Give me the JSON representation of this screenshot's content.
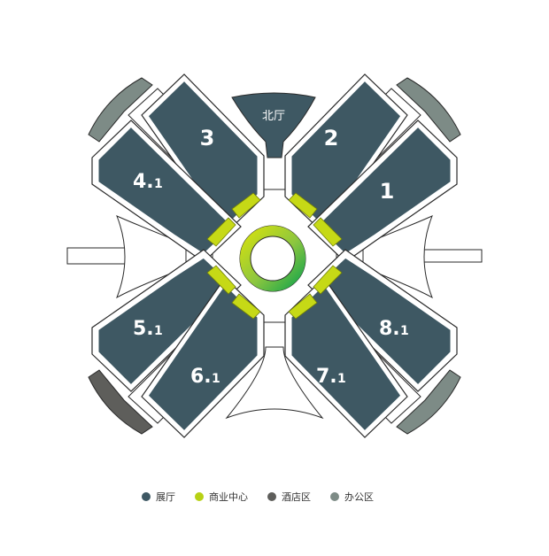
{
  "colors": {
    "hall": "#3e5863",
    "commercial": "#b7d114",
    "hotel": "#5e5e5b",
    "office": "#7d8b86"
  },
  "halls": [
    {
      "id": "3",
      "label": "3"
    },
    {
      "id": "2",
      "label": "2"
    },
    {
      "id": "4.1",
      "label": "4.",
      "sub": "1"
    },
    {
      "id": "1",
      "label": "1"
    },
    {
      "id": "5.1",
      "label": "5.",
      "sub": "1"
    },
    {
      "id": "8.1",
      "label": "8.",
      "sub": "1"
    },
    {
      "id": "6.1",
      "label": "6.",
      "sub": "1"
    },
    {
      "id": "7.1",
      "label": "7.",
      "sub": "1"
    }
  ],
  "north_hall": {
    "label": "北厅"
  },
  "legend": [
    {
      "label": "展厅",
      "color": "#3e5863",
      "icon": "hall-dot"
    },
    {
      "label": "商业中心",
      "color": "#b7d114",
      "icon": "commercial-dot"
    },
    {
      "label": "酒店区",
      "color": "#5e5e5b",
      "icon": "hotel-dot"
    },
    {
      "label": "办公区",
      "color": "#7d8b86",
      "icon": "office-dot"
    }
  ]
}
